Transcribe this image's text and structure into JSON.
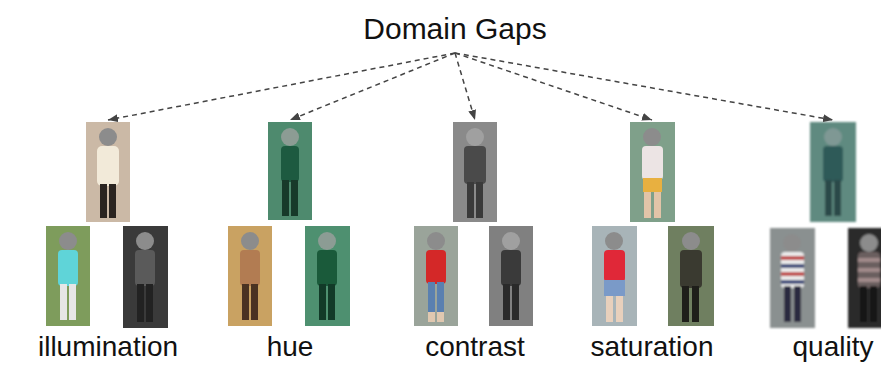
{
  "diagram": {
    "nodes": [
      {
        "text": [
          "Domain Gaps"
        ]
      },
      {
        "text": [
          "illumination"
        ]
      },
      {
        "text": [
          "hue"
        ]
      },
      {
        "text": [
          "contrast"
        ]
      },
      {
        "text": [
          "saturation"
        ]
      },
      {
        "text": [
          "quality"
        ]
      }
    ],
    "edges": [
      {
        "from": 0,
        "to": 1,
        "arrow": "to"
      },
      {
        "from": 0,
        "to": 2,
        "arrow": "to"
      },
      {
        "from": 0,
        "to": 3,
        "arrow": "to"
      },
      {
        "from": 0,
        "to": 4,
        "arrow": "to"
      },
      {
        "from": 0,
        "to": 5,
        "arrow": "to"
      }
    ]
  }
}
